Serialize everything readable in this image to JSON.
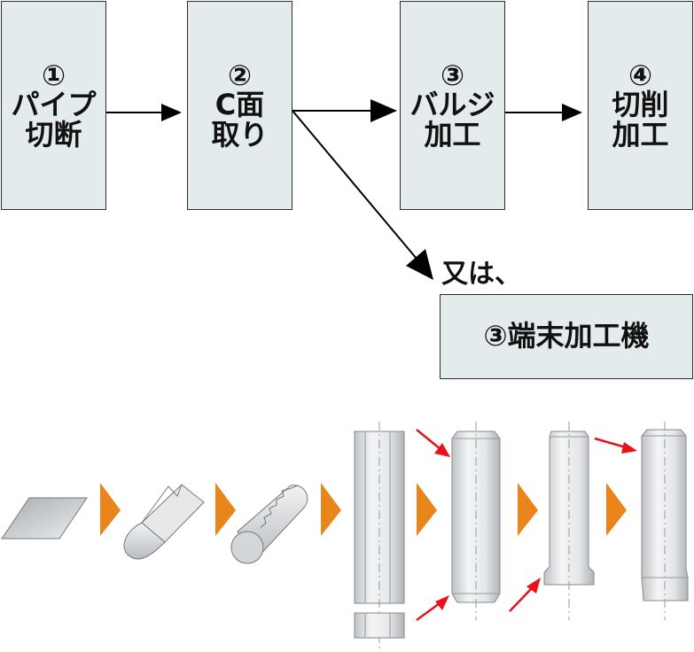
{
  "flow": {
    "steps": [
      {
        "num": "①",
        "line1": "パイプ",
        "line2": "切断"
      },
      {
        "num": "②",
        "line1": "C面",
        "line2": "取り"
      },
      {
        "num": "③",
        "line1": "バルジ",
        "line2": "加工"
      },
      {
        "num": "④",
        "line1": "切削",
        "line2": "加工"
      }
    ],
    "alt_label": "又は、",
    "alt_step": "③端末加工機"
  },
  "colors": {
    "box_fill": "#e3ebec",
    "stage_arrow": "#e8861c",
    "highlight_arrow": "#e8121a"
  }
}
